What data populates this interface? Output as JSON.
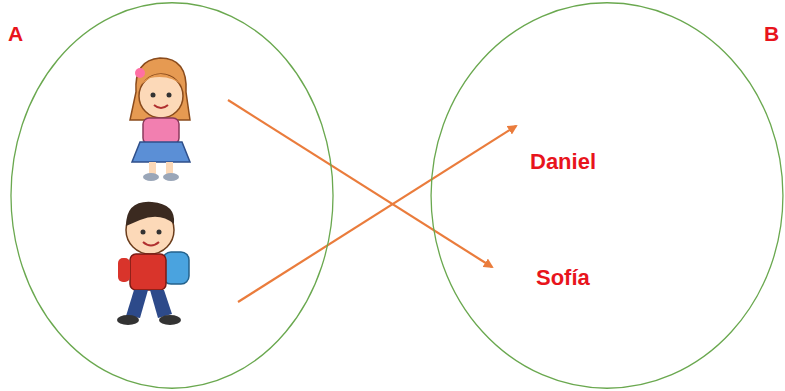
{
  "diagram": {
    "nodes": [
      {
        "text": [
          "A"
        ]
      },
      {
        "text": [
          "B"
        ]
      },
      {
        "text": [
          "Daniel"
        ],
        "in": 1
      },
      {
        "text": [
          "Sofía"
        ],
        "in": 1
      }
    ]
  }
}
